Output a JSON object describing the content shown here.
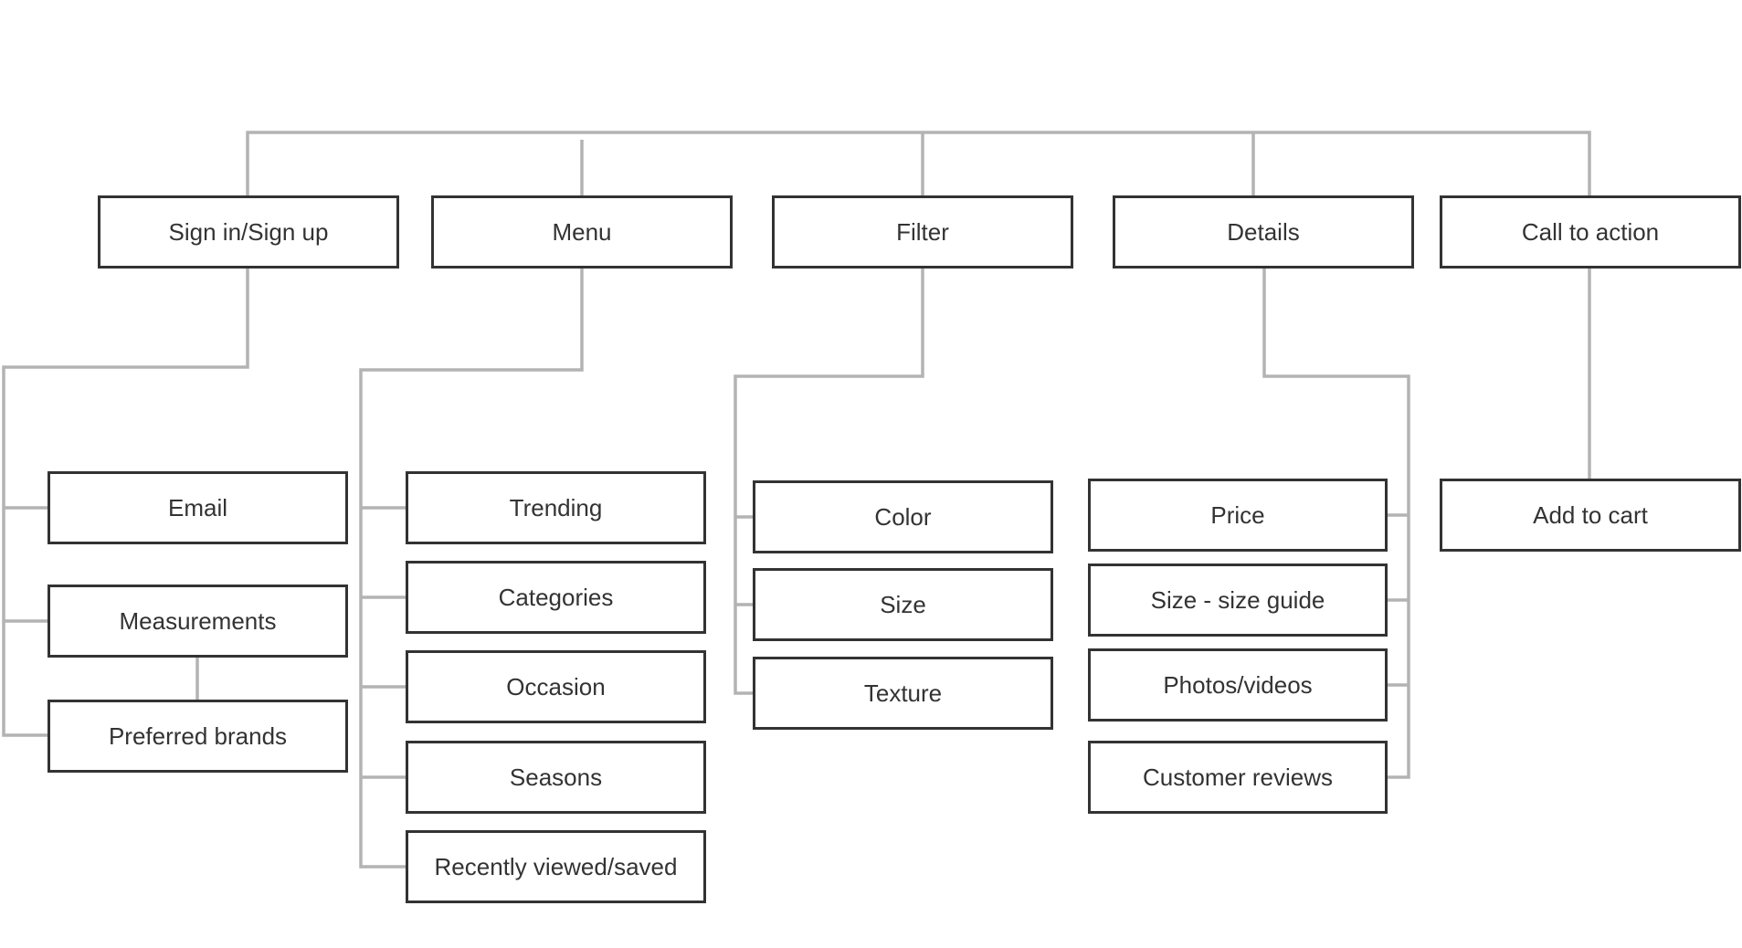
{
  "colors": {
    "connector": "#b3b3b3",
    "box_border": "#333333",
    "text": "#333333",
    "background": "#ffffff"
  },
  "sections": {
    "signin": {
      "label": "Sign in/Sign up",
      "children": [
        "Email",
        "Measurements",
        "Preferred brands"
      ]
    },
    "menu": {
      "label": "Menu",
      "children": [
        "Trending",
        "Categories",
        "Occasion",
        "Seasons",
        "Recently viewed/saved"
      ]
    },
    "filter": {
      "label": "Filter",
      "children": [
        "Color",
        "Size",
        "Texture"
      ]
    },
    "details": {
      "label": "Details",
      "children": [
        "Price",
        "Size - size guide",
        "Photos/videos",
        "Customer reviews"
      ]
    },
    "cta": {
      "label": "Call to action",
      "children": [
        "Add to cart"
      ]
    }
  }
}
